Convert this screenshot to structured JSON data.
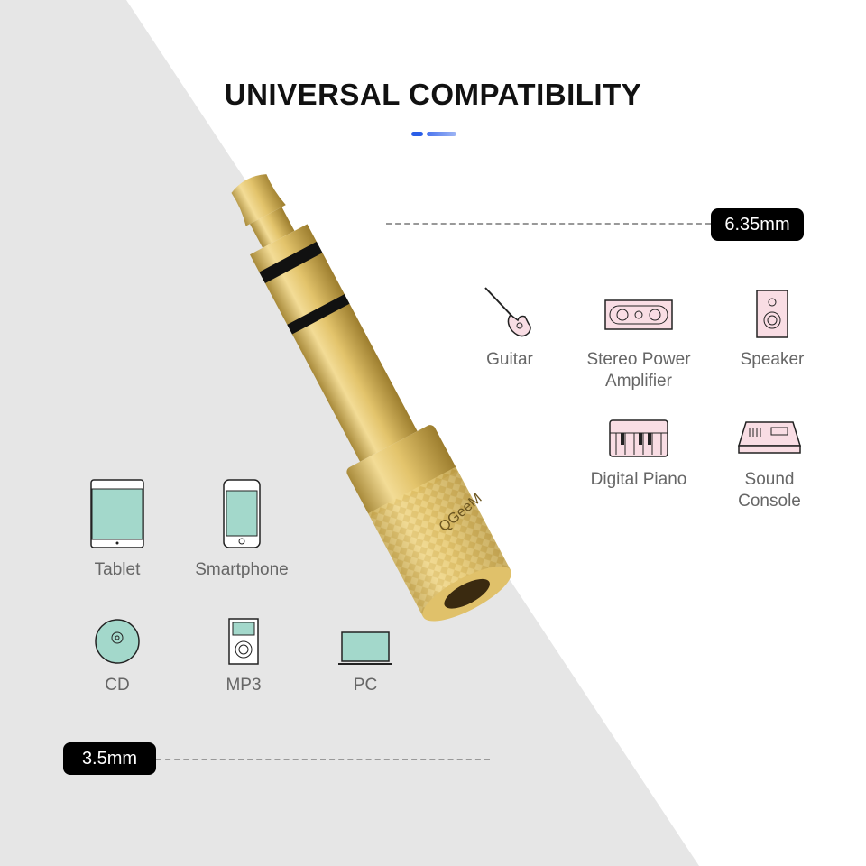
{
  "title": "UNIVERSAL COMPATIBILITY",
  "tags": {
    "large": "6.35mm",
    "small": "3.5mm"
  },
  "brand": "QGeeM",
  "devices_635": [
    {
      "label": "Guitar",
      "icon": "guitar-icon"
    },
    {
      "label": "Stereo Power\nAmplifier",
      "icon": "amplifier-icon"
    },
    {
      "label": "Speaker",
      "icon": "speaker-icon"
    },
    {
      "label": "Digital Piano",
      "icon": "piano-icon"
    },
    {
      "label": "Sound\nConsole",
      "icon": "console-icon"
    }
  ],
  "devices_35": [
    {
      "label": "Tablet",
      "icon": "tablet-icon"
    },
    {
      "label": "Smartphone",
      "icon": "smartphone-icon"
    },
    {
      "label": "CD",
      "icon": "cd-icon"
    },
    {
      "label": "MP3",
      "icon": "mp3-icon"
    },
    {
      "label": "PC",
      "icon": "pc-icon"
    }
  ],
  "colors": {
    "gray_bg": "#e6e6e6",
    "pink": "#f9dde4",
    "teal": "#a3d8cb",
    "accent": "#2a5ee8",
    "gold": "#d9b75a"
  }
}
